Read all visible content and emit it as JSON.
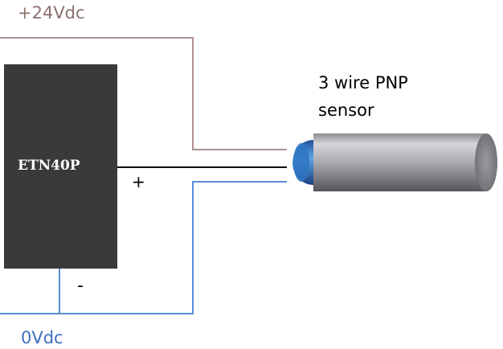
{
  "supply": {
    "positive_label": "+24Vdc",
    "negative_label": "0Vdc"
  },
  "controller": {
    "name": "ETN40P",
    "plus_mark": "+",
    "minus_mark": "-"
  },
  "sensor": {
    "title_line1": "3 wire PNP",
    "title_line2": "sensor"
  },
  "colors": {
    "positive_wire": "#b09090",
    "negative_wire": "#5b8bd4",
    "signal_wire": "#000000",
    "controller_fill": "#3a3a3a",
    "sensor_cap": "#2e74c4",
    "sensor_body": "#a8a8ae",
    "positive_text": "#8e6f6f",
    "negative_text": "#3f6fc0"
  }
}
